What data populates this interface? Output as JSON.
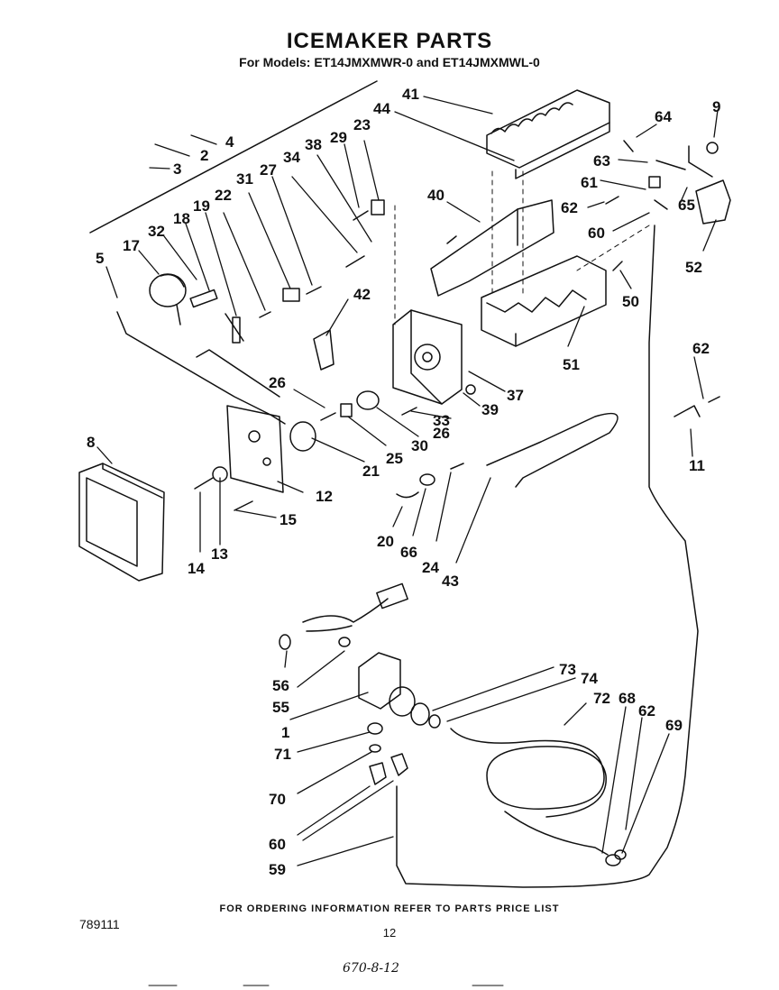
{
  "header": {
    "title": "ICEMAKER PARTS",
    "subtitle": "For Models: ET14JMXMWR-0 and ET14JMXMWL-0"
  },
  "footer": {
    "ordering_note": "FOR ORDERING INFORMATION REFER TO PARTS PRICE LIST",
    "page_number": "12",
    "document_number": "789111",
    "handwritten_note": "670-8-12"
  },
  "callouts": [
    {
      "id": "c41",
      "label": "41"
    },
    {
      "id": "c44",
      "label": "44"
    },
    {
      "id": "c64",
      "label": "64"
    },
    {
      "id": "c9",
      "label": "9"
    },
    {
      "id": "c4",
      "label": "4"
    },
    {
      "id": "c2",
      "label": "2"
    },
    {
      "id": "c3",
      "label": "3"
    },
    {
      "id": "c29",
      "label": "29"
    },
    {
      "id": "c23",
      "label": "23"
    },
    {
      "id": "c38",
      "label": "38"
    },
    {
      "id": "c34",
      "label": "34"
    },
    {
      "id": "c27",
      "label": "27"
    },
    {
      "id": "c31",
      "label": "31"
    },
    {
      "id": "c22",
      "label": "22"
    },
    {
      "id": "c19",
      "label": "19"
    },
    {
      "id": "c18",
      "label": "18"
    },
    {
      "id": "c32",
      "label": "32"
    },
    {
      "id": "c17",
      "label": "17"
    },
    {
      "id": "c5",
      "label": "5"
    },
    {
      "id": "c40",
      "label": "40"
    },
    {
      "id": "c63",
      "label": "63"
    },
    {
      "id": "c61",
      "label": "61"
    },
    {
      "id": "c62a",
      "label": "62"
    },
    {
      "id": "c65",
      "label": "65"
    },
    {
      "id": "c60a",
      "label": "60"
    },
    {
      "id": "c52",
      "label": "52"
    },
    {
      "id": "c50",
      "label": "50"
    },
    {
      "id": "c42",
      "label": "42"
    },
    {
      "id": "c51",
      "label": "51"
    },
    {
      "id": "c26a",
      "label": "26"
    },
    {
      "id": "c37",
      "label": "37"
    },
    {
      "id": "c39",
      "label": "39"
    },
    {
      "id": "c33",
      "label": "33"
    },
    {
      "id": "c26b",
      "label": "26"
    },
    {
      "id": "c62b",
      "label": "62"
    },
    {
      "id": "c11",
      "label": "11"
    },
    {
      "id": "c8",
      "label": "8"
    },
    {
      "id": "c30",
      "label": "30"
    },
    {
      "id": "c25",
      "label": "25"
    },
    {
      "id": "c21",
      "label": "21"
    },
    {
      "id": "c12",
      "label": "12"
    },
    {
      "id": "c15",
      "label": "15"
    },
    {
      "id": "c14",
      "label": "14"
    },
    {
      "id": "c13",
      "label": "13"
    },
    {
      "id": "c20",
      "label": "20"
    },
    {
      "id": "c66",
      "label": "66"
    },
    {
      "id": "c24",
      "label": "24"
    },
    {
      "id": "c43",
      "label": "43"
    },
    {
      "id": "c56",
      "label": "56"
    },
    {
      "id": "c55",
      "label": "55"
    },
    {
      "id": "c1",
      "label": "1"
    },
    {
      "id": "c73",
      "label": "73"
    },
    {
      "id": "c74",
      "label": "74"
    },
    {
      "id": "c72",
      "label": "72"
    },
    {
      "id": "c68",
      "label": "68"
    },
    {
      "id": "c62c",
      "label": "62"
    },
    {
      "id": "c69",
      "label": "69"
    },
    {
      "id": "c71",
      "label": "71"
    },
    {
      "id": "c70",
      "label": "70"
    },
    {
      "id": "c60b",
      "label": "60"
    },
    {
      "id": "c59",
      "label": "59"
    }
  ]
}
